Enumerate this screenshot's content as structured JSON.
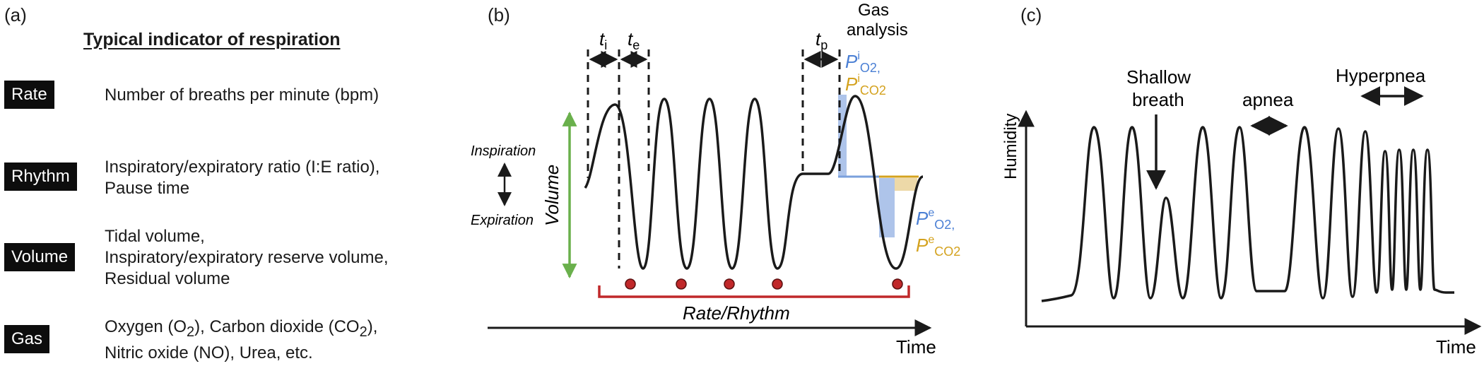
{
  "panels": {
    "a": "(a)",
    "b": "(b)",
    "c": "(c)"
  },
  "panel_a": {
    "title": "Typical indicator of respiration",
    "rows": [
      {
        "label": "Rate",
        "lines": [
          "Number of breaths per minute (bpm)"
        ]
      },
      {
        "label": "Rhythm",
        "lines": [
          "Inspiratory/expiratory ratio (I:E ratio),",
          "Pause time"
        ]
      },
      {
        "label": "Volume",
        "lines": [
          "Tidal volume,",
          "Inspiratory/expiratory reserve volume,",
          "Residual volume"
        ]
      },
      {
        "label": "Gas",
        "lines_html": [
          "Oxygen (O<sub>2</sub>), Carbon dioxide (CO<sub>2</sub>),",
          "Nitric oxide (NO), Urea, etc."
        ]
      }
    ]
  },
  "panel_b": {
    "t_i": "t",
    "t_i_sub": "i",
    "t_e": "t",
    "t_e_sub": "e",
    "t_p": "t",
    "t_p_sub": "p",
    "gas_analysis_1": "Gas",
    "gas_analysis_2": "analysis",
    "p_i_o2_main": "P",
    "p_i_o2_sup": "i",
    "p_i_o2_sub": "O2,",
    "p_i_co2_main": "P",
    "p_i_co2_sup": "i",
    "p_i_co2_sub": "CO2",
    "p_e_o2_main": "P",
    "p_e_o2_sup": "e",
    "p_e_o2_sub": "O2,",
    "p_e_co2_main": "P",
    "p_e_co2_sup": "e",
    "p_e_co2_sub": "CO2",
    "inspiration": "Inspiration",
    "expiration": "Expiration",
    "volume": "Volume",
    "rate_rhythm": "Rate/Rhythm",
    "time": "Time",
    "colors": {
      "o2": "#4a7fd4",
      "co2": "#d4a21e",
      "volume_arrow": "#6ab04c",
      "rate_bar": "#c0282a",
      "dot": "#c0282a",
      "o2_fill": "#aec4ea",
      "co2_fill": "#edd9a8"
    }
  },
  "panel_c": {
    "humidity": "Humidity",
    "time": "Time",
    "shallow_1": "Shallow",
    "shallow_2": "breath",
    "apnea": "apnea",
    "hyperpnea": "Hyperpnea"
  }
}
